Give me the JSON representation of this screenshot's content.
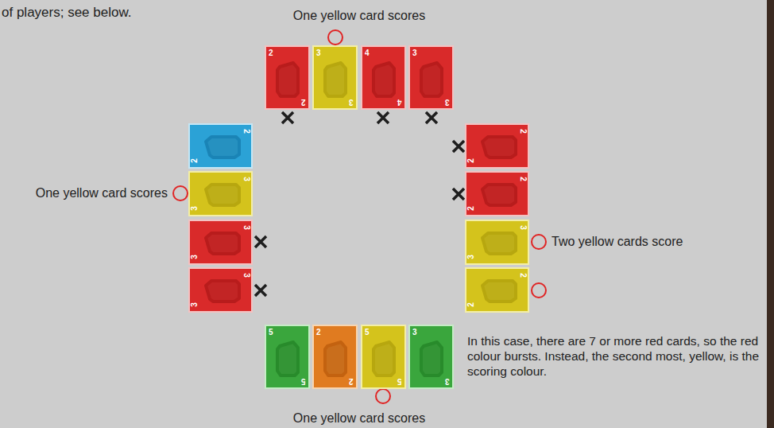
{
  "diagram": {
    "nodes": [
      {
        "text": [
          "2",
          "2"
        ]
      },
      {
        "text": [
          "3",
          "3"
        ]
      },
      {
        "text": [
          "4",
          "4"
        ]
      },
      {
        "text": [
          "3",
          "3"
        ]
      },
      {
        "text": [
          "2",
          "2"
        ]
      },
      {
        "text": [
          "3",
          "3"
        ]
      },
      {
        "text": [
          "3",
          "3"
        ]
      },
      {
        "text": [
          "3",
          "3"
        ]
      },
      {
        "text": [
          "2",
          "2"
        ]
      },
      {
        "text": [
          "2",
          "2"
        ]
      },
      {
        "text": [
          "3",
          "3"
        ]
      },
      {
        "text": [
          "2",
          "2"
        ]
      },
      {
        "text": [
          "5",
          "5"
        ]
      },
      {
        "text": [
          "2",
          "2"
        ]
      },
      {
        "text": [
          "5",
          "5"
        ]
      },
      {
        "text": [
          "3",
          "3"
        ]
      }
    ],
    "labels": [
      "of players; see below.",
      "One yellow card scores",
      "One yellow card scores",
      "Two yellow cards score",
      "In this case, there are 7 or more red cards, so the red colour bursts. Instead, the second most, yellow, is the scoring colour.",
      "One yellow card scores"
    ]
  }
}
